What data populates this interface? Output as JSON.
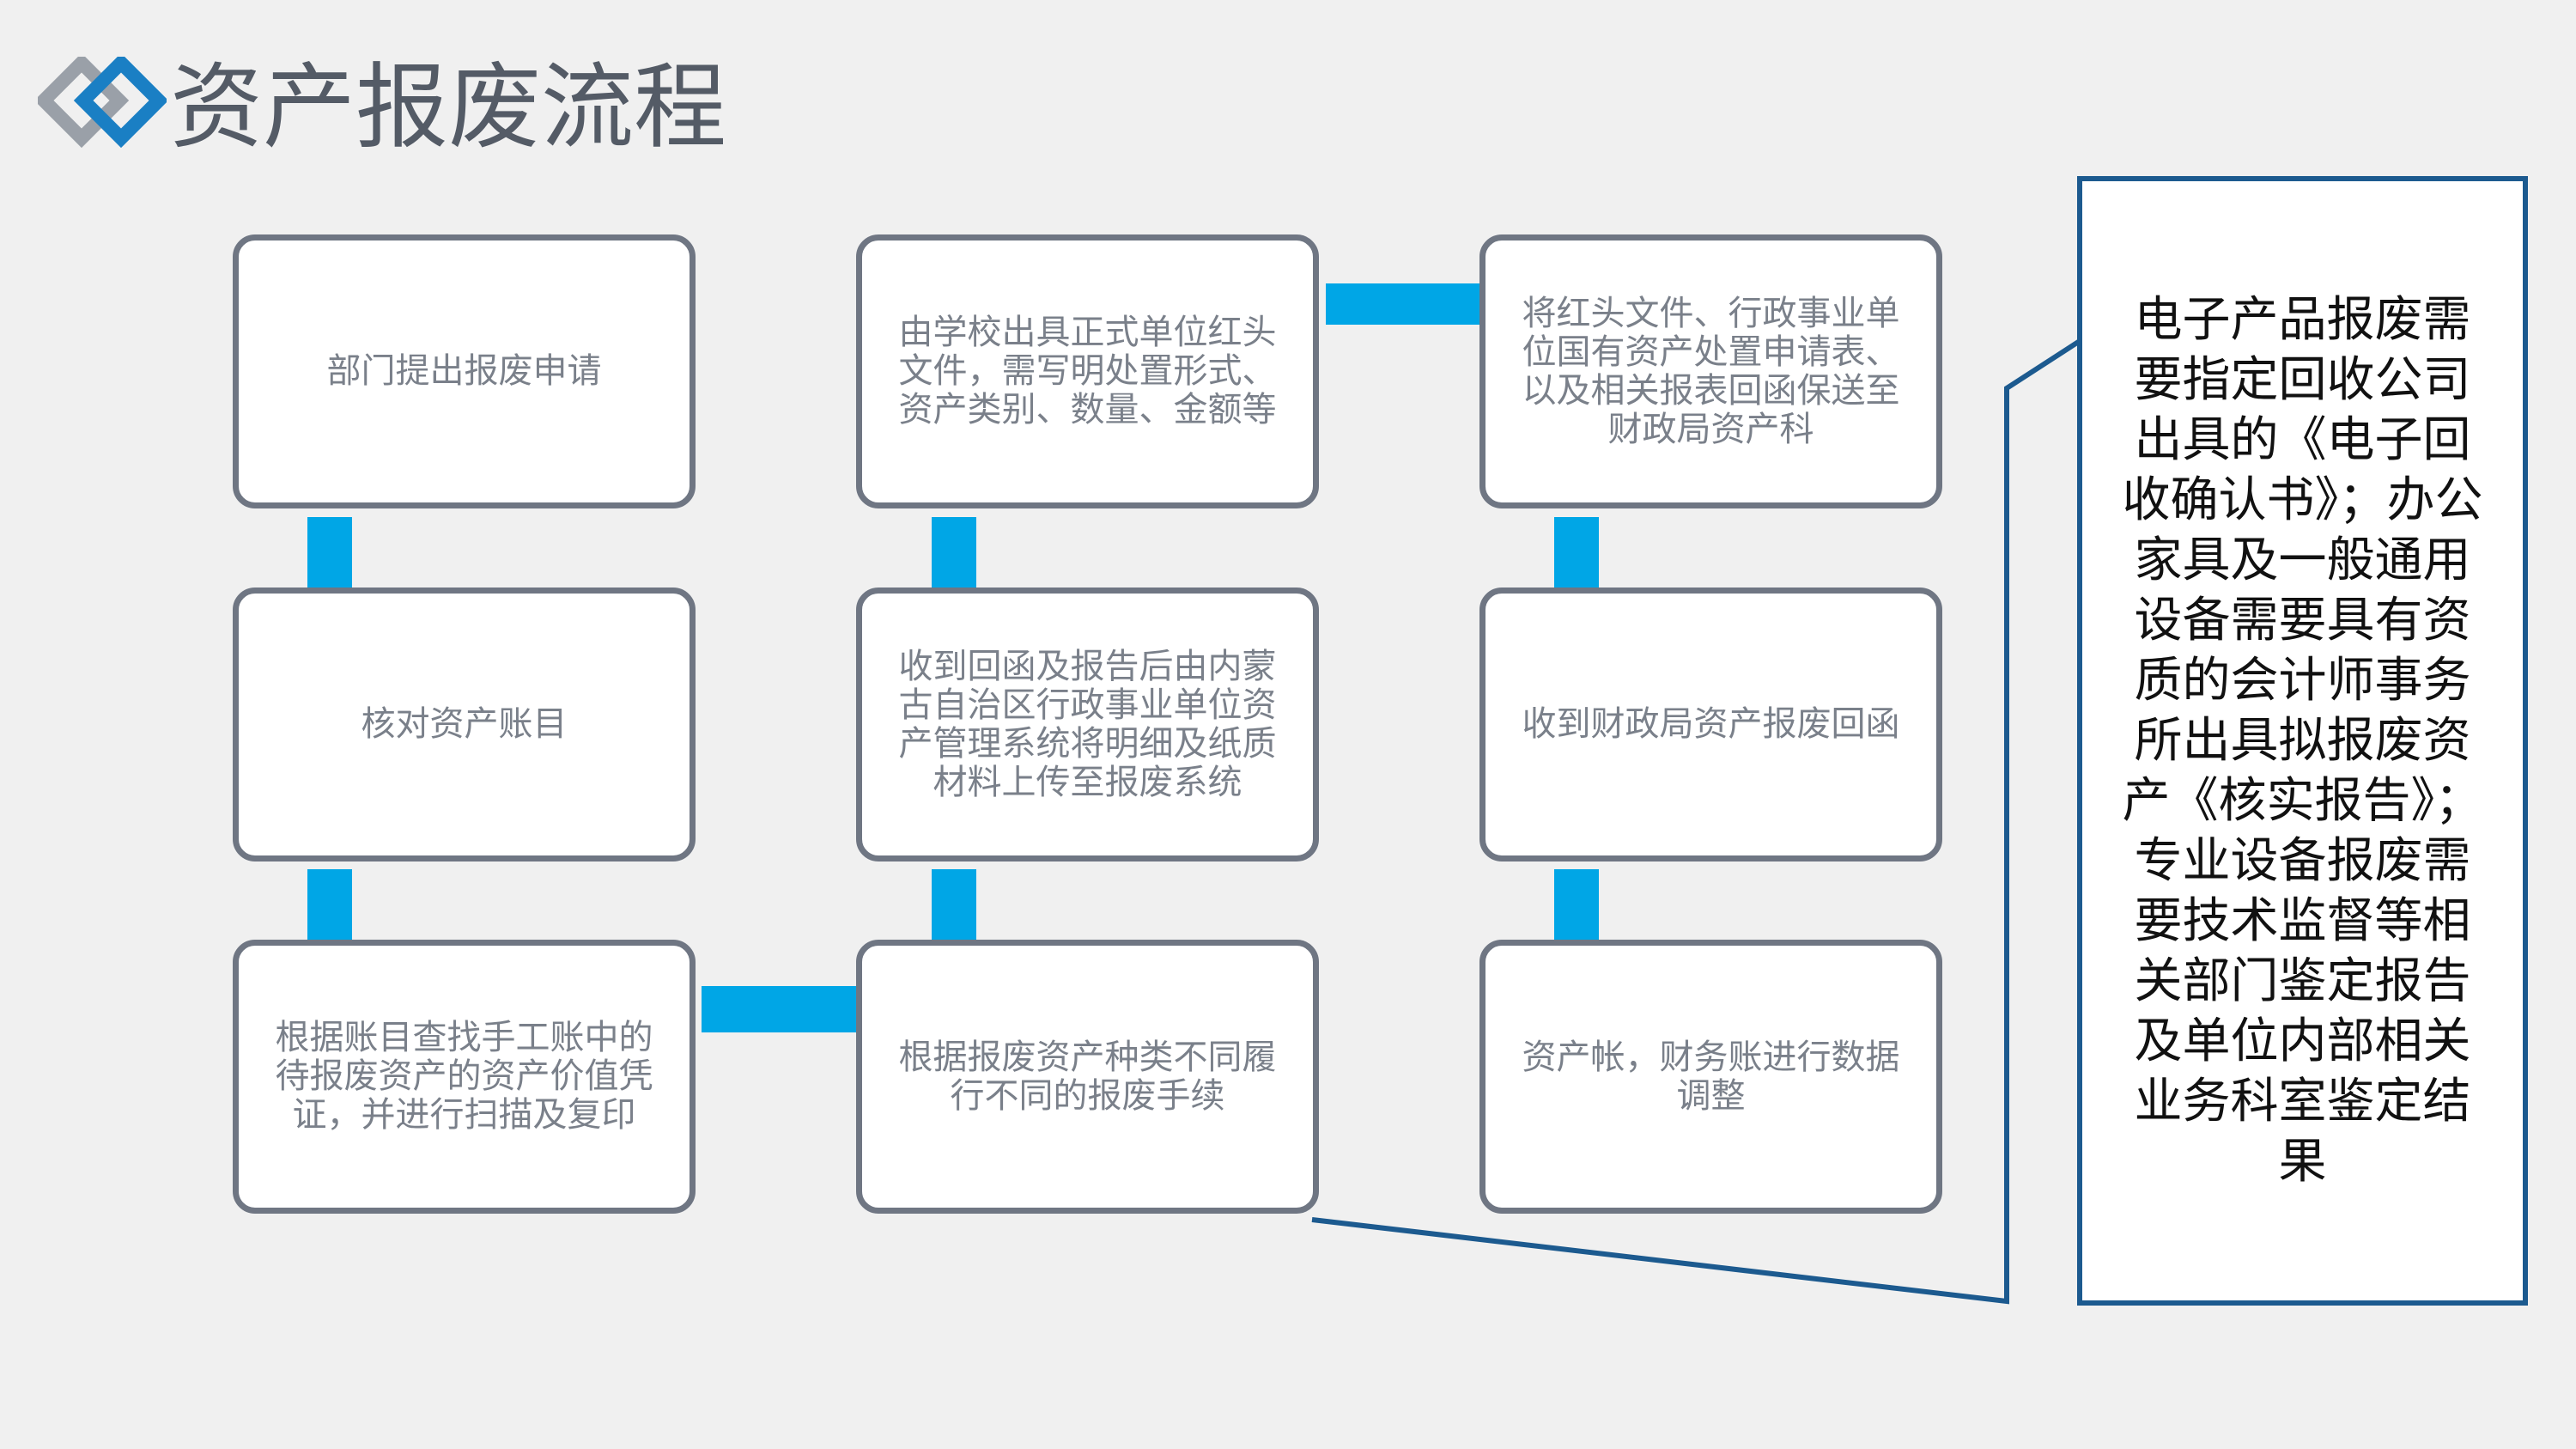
{
  "title": "资产报废流程",
  "steps": [
    {
      "id": "step-1",
      "label": "部门提出报废申请"
    },
    {
      "id": "step-2",
      "label": "核对资产账目"
    },
    {
      "id": "step-3",
      "label": "根据账目查找手工账中的待报废资产的资产价值凭证，并进行扫描及复印"
    },
    {
      "id": "step-4",
      "label": "根据报废资产种类不同履行不同的报废手续"
    },
    {
      "id": "step-5",
      "label": "收到回函及报告后由内蒙古自治区行政事业单位资产管理系统将明细及纸质材料上传至报废系统"
    },
    {
      "id": "step-6",
      "label": "由学校出具正式单位红头文件，需写明处置形式、资产类别、数量、金额等"
    },
    {
      "id": "step-7",
      "label": "将红头文件、行政事业单位国有资产处置申请表、以及相关报表回函保送至财政局资产科"
    },
    {
      "id": "step-8",
      "label": "收到财政局资产报废回函"
    },
    {
      "id": "step-9",
      "label": "资产帐，财务账进行数据调整"
    }
  ],
  "note": {
    "text": "电子产品报废需要指定回收公司出具的《电子回收确认书》；办公家具及一般通用设备需要具有资质的会计师事务所出具拟报废资产《核实报告》；专业设备报废需要技术监督等相关部门鉴定报告及单位内部相关业务科室鉴定结果"
  },
  "colors": {
    "connector": "#00a6e6",
    "box_border": "#6f7683",
    "note_border": "#1c5a8f",
    "title": "#545b66"
  }
}
